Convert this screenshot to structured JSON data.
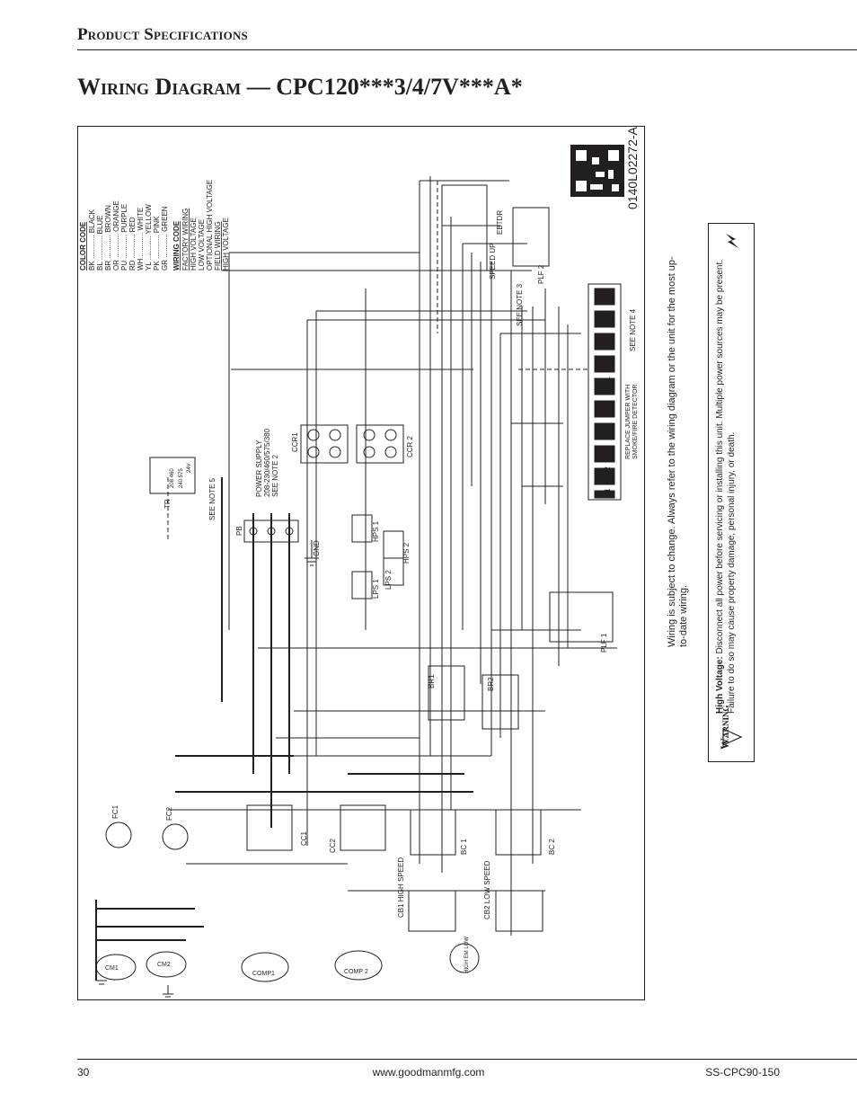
{
  "header": {
    "section_title": "Product Specifications",
    "page_title": "Wiring Diagram — CPC120***3/4/7V***A*"
  },
  "diagram": {
    "part_number": "0140L02272-A",
    "color_code": {
      "heading": "COLOR CODE",
      "entries": [
        "BK ............ BLACK",
        "BL ............ BLUE",
        "BR ............ BROWN",
        "OR ............ ORANGE",
        "PU ............ PURPLE",
        "RD ............ RED",
        "WH ............ WHITE",
        "YL ............ YELLOW",
        "PK ............ PINK",
        "GR ............ GREEN"
      ]
    },
    "wiring_code": {
      "heading": "WIRING CODE",
      "entries": [
        "FACTORY WIRING",
        "HIGH VOLTAGE",
        "LOW VOLTAGE",
        "OPTIONAL HIGH VOLTAGE",
        "FIELD WIRING",
        "HIGH VOLTAGE"
      ]
    },
    "labels": {
      "power_supply": "POWER SUPPLY",
      "voltages": "208-230/460/575/380",
      "see_note_2": "SEE NOTE 2",
      "see_note_5": "SEE NOTE 5",
      "see_note_4": "SEE NOTE 4",
      "see_note_3": "SEE NOTE 3",
      "tr": "TR",
      "pb": "PB",
      "gnd": "GND",
      "ccr1": "CCR1",
      "ccr2": "CCR 2",
      "hps1": "HPS 1",
      "hps2": "HPS 2",
      "lps1": "LPS 1",
      "lps2": "LPS 2",
      "cc1": "CC1",
      "cc2": "CC2",
      "bc1": "BC 1",
      "bc2": "BC 2",
      "cb1": "CB1 HIGH SPEED",
      "cb2": "CB2 LOW SPEED",
      "br1": "BR1",
      "br2": "BR2",
      "fc1": "FC1",
      "fc2": "FC2",
      "cm1": "CM1",
      "cm2": "CM2",
      "comp1": "COMP1",
      "comp2": "COMP 2",
      "em": "HIGH EM LOW",
      "plf1": "PLF 1",
      "plf2": "PLF 2",
      "ebtdr": "EBTDR",
      "replace_jumper": "REPLACE JUMPER WITH",
      "smoke_detector": "SMOKE/FIRE DETECTOR",
      "speed_up": "SPEED UP",
      "terminals": [
        "S1",
        "S2",
        "R",
        "C",
        "G",
        "W1",
        "W2",
        "Y1",
        "Y2",
        "O"
      ],
      "tr_primary": "208 460",
      "tr_secondary": "24V",
      "tr_taps": "240 575"
    }
  },
  "side": {
    "wiring_note": "Wiring is subject to change. Always refer to the wiring diagram or the unit for the most up-to-date wiring.",
    "warning_title": "Warning",
    "warning_lead": "High Voltage:",
    "warning_text": "Disconnect all power before servicing or installing this unit. Multiple power sources may be present. Failure to do so may cause property damage, personal injury, or death."
  },
  "footer": {
    "page_number": "30",
    "url": "www.goodmanmfg.com",
    "doc_id": "SS-CPC90-150"
  }
}
